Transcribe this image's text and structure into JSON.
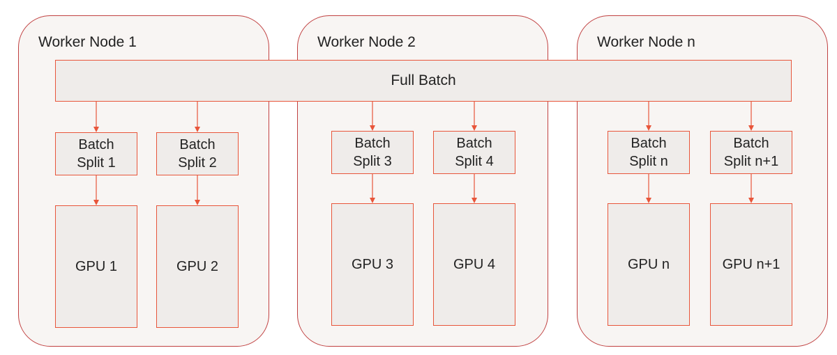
{
  "nodes": [
    {
      "title": "Worker Node 1"
    },
    {
      "title": "Worker Node 2"
    },
    {
      "title": "Worker Node n"
    }
  ],
  "full_batch": "Full Batch",
  "splits": [
    {
      "line1": "Batch",
      "line2": "Split 1"
    },
    {
      "line1": "Batch",
      "line2": "Split 2"
    },
    {
      "line1": "Batch",
      "line2": "Split 3"
    },
    {
      "line1": "Batch",
      "line2": "Split 4"
    },
    {
      "line1": "Batch",
      "line2": "Split n"
    },
    {
      "line1": "Batch",
      "line2": "Split n+1"
    }
  ],
  "gpus": [
    "GPU 1",
    "GPU 2",
    "GPU 3",
    "GPU 4",
    "GPU n",
    "GPU n+1"
  ],
  "colors": {
    "node_border": "#c04040",
    "box_border": "#e8553a",
    "arrow": "#e8553a",
    "node_fill": "#f8f5f3",
    "box_fill": "#efecea"
  }
}
